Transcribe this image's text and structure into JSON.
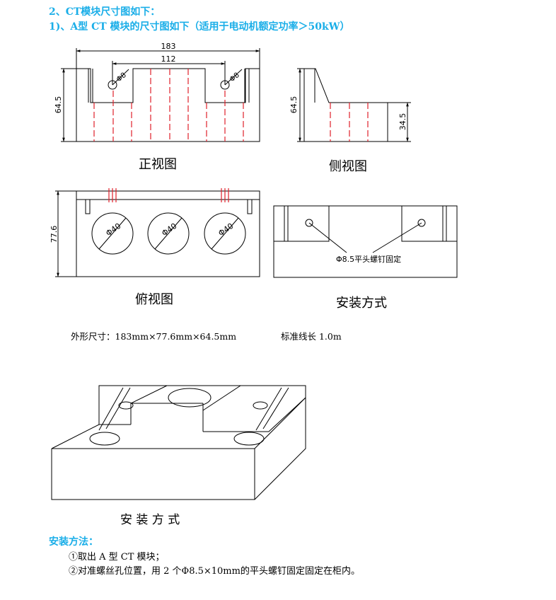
{
  "section_heading": "2、CT模块尺寸图如下：",
  "sub_heading": "1)、A型 CT 模块的尺寸图如下（适用于电动机额定功率＞50kW）",
  "front_view": {
    "caption": "正视图",
    "dim_overall": "183",
    "dim_inner": "112",
    "dim_height": "64.5",
    "hole_left": "Φ8",
    "hole_right": "Φ8"
  },
  "side_view": {
    "caption": "侧视图",
    "dim_height": "64.5",
    "dim_step": "34.5"
  },
  "top_view": {
    "caption": "俯视图",
    "dim_height": "77.6",
    "hole_1": "Φ40",
    "hole_2": "Φ40",
    "hole_3": "Φ40"
  },
  "install_view": {
    "caption": "安装方式",
    "screw_label": "Φ8.5平头螺钉固定"
  },
  "specs": {
    "dimensions": "外形尺寸：183mm×77.6mm×64.5mm",
    "wire_length": "标准线长 1.0m"
  },
  "iso_view": {
    "caption": "安 装 方 式"
  },
  "install_method": {
    "heading": "安装方法：",
    "step1": "①取出 A 型 CT 模块；",
    "step2": "②对准螺丝孔位置，用 2 个Φ8.5×10mm的平头螺钉固定固定在柜内。"
  },
  "colors": {
    "heading": "#1aaee8",
    "hidden_line": "#e0202a",
    "drawing": "#000000"
  }
}
